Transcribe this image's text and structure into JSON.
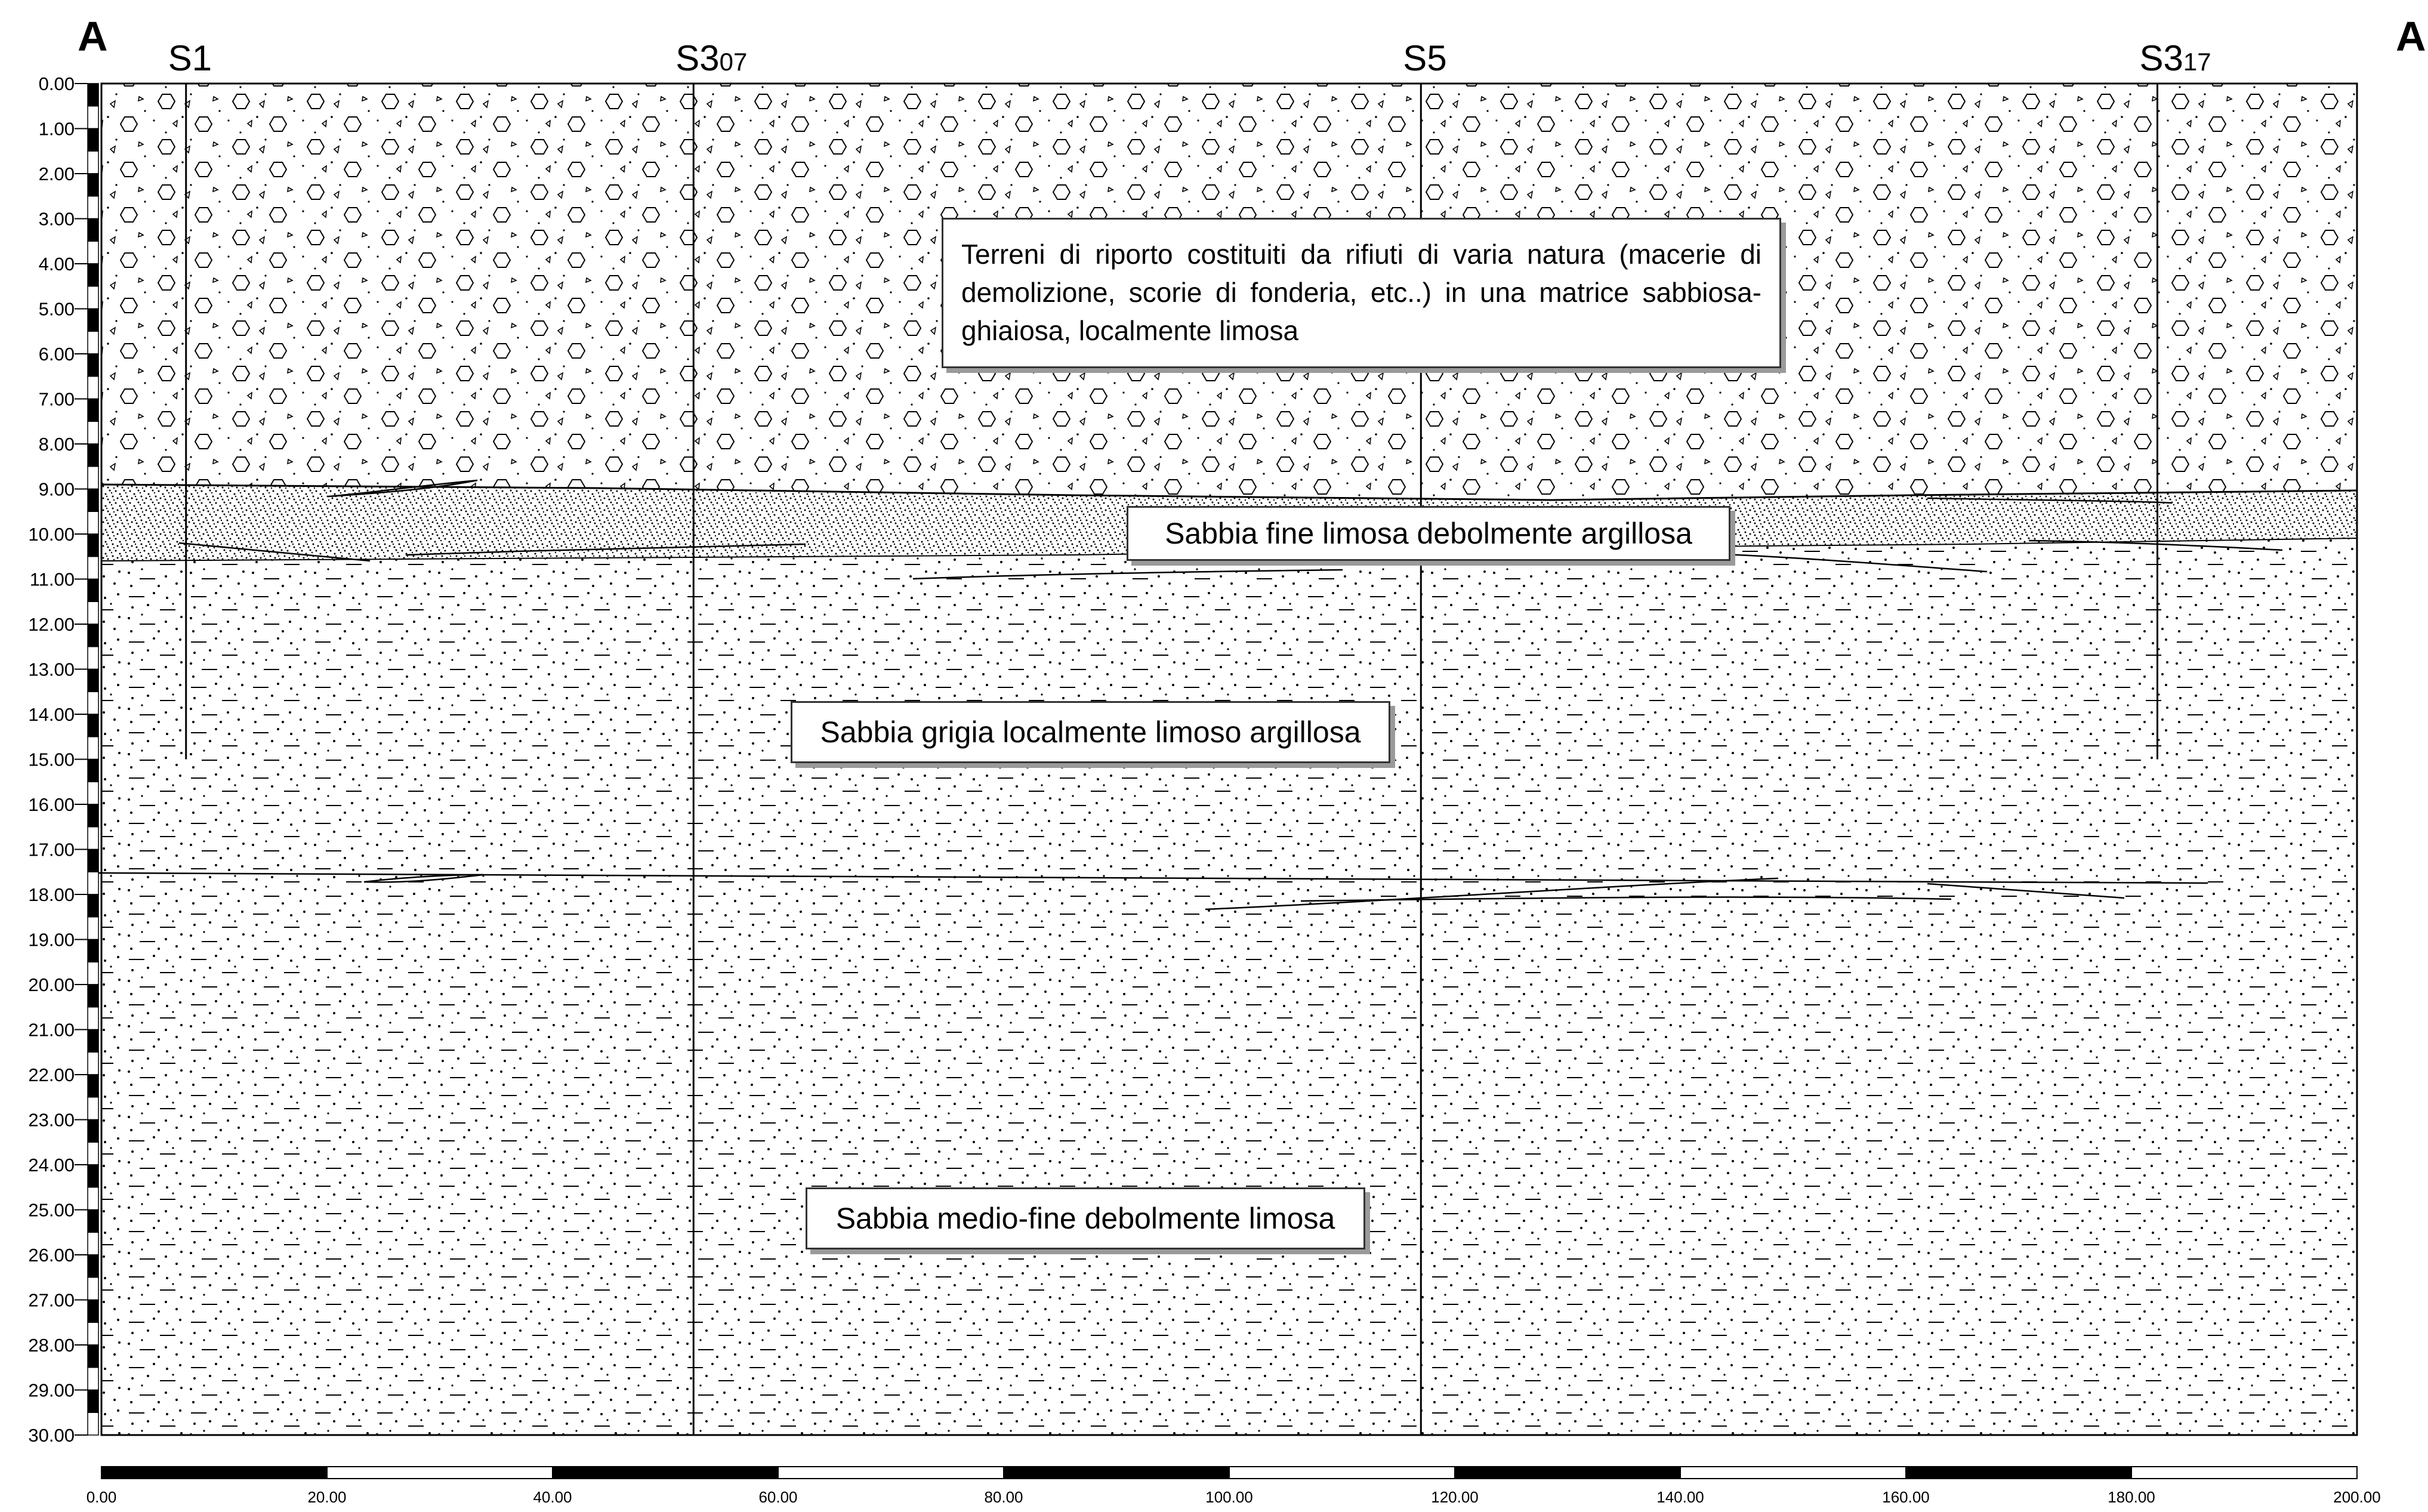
{
  "section": {
    "end_label_left": "A",
    "end_label_right": "A",
    "boreholes": [
      {
        "name": "S1",
        "sub": "",
        "x_m": 7.5,
        "depth_m": 15.0
      },
      {
        "name": "S3",
        "sub": "07",
        "x_m": 52.5,
        "depth_m": 30.0
      },
      {
        "name": "S5",
        "sub": "",
        "x_m": 117.0,
        "depth_m": 30.0
      },
      {
        "name": "S3",
        "sub": "17",
        "x_m": 182.3,
        "depth_m": 15.0
      }
    ],
    "depth_labels": [
      "0.00",
      "1.00",
      "2.00",
      "3.00",
      "4.00",
      "5.00",
      "6.00",
      "7.00",
      "8.00",
      "9.00",
      "10.00",
      "11.00",
      "12.00",
      "13.00",
      "14.00",
      "15.00",
      "16.00",
      "17.00",
      "18.00",
      "19.00",
      "20.00",
      "21.00",
      "22.00",
      "23.00",
      "24.00",
      "25.00",
      "26.00",
      "27.00",
      "28.00",
      "29.00",
      "30.00"
    ],
    "distance_labels": [
      "0.00",
      "20.00",
      "40.00",
      "60.00",
      "80.00",
      "100.00",
      "120.00",
      "140.00",
      "160.00",
      "180.00",
      "200.00"
    ],
    "depth_range_m": [
      0,
      30
    ],
    "distance_range_m": [
      0,
      200
    ]
  },
  "layers": {
    "fill": "Terreni di riporto costituiti da rifiuti di varia natura (macerie di demolizione, scorie di fonderia, etc..) in una matrice sabbiosa-ghiaiosa, localmente limosa",
    "sabbia_fine": "Sabbia fine limosa debolmente argillosa",
    "sabbia_grigia": "Sabbia grigia localmente limoso argillosa",
    "sabbia_medio": "Sabbia medio-fine debolmente limosa"
  },
  "colors": {
    "line": "#000000",
    "box_shadow": "#9a9a9a"
  }
}
